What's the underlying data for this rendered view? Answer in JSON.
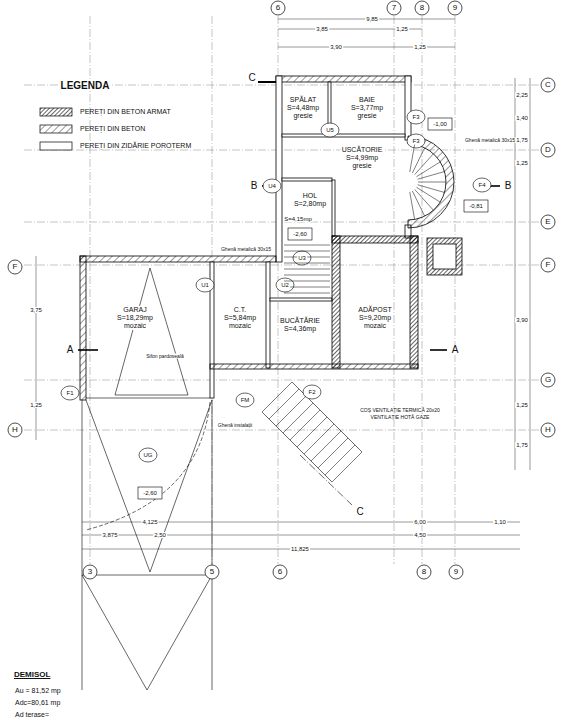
{
  "diagram": {
    "title": "DEMISOL",
    "nodes": [
      {
        "text": [
          "SPĂLAT",
          "S=4,48mp",
          "gresie"
        ]
      },
      {
        "text": [
          "BAIE",
          "S=3,77mp",
          "gresie"
        ]
      },
      {
        "text": [
          "USCĂTORIE",
          "S=4,99mp",
          "gresie"
        ]
      },
      {
        "text": [
          "HOL",
          "S=2,80mp"
        ]
      },
      {
        "text": [
          "GARAJ",
          "S=18,29mp",
          "mozaic"
        ]
      },
      {
        "text": [
          "C.T.",
          "S=5,84mp",
          "mozaic"
        ]
      },
      {
        "text": [
          "BUCĂTĂRIE",
          "S=4,36mp"
        ]
      },
      {
        "text": [
          "ADĂPOST",
          "S=9,20mp",
          "mozaic"
        ]
      }
    ],
    "labels": [
      "LEGENDA",
      "6",
      "7",
      "8",
      "9",
      "9,85",
      "3,85",
      "1,25",
      "3,90",
      "1,25",
      "C",
      "D",
      "E",
      "F",
      "G",
      "H",
      "F",
      "H",
      "C",
      "C",
      "A",
      "A",
      "B",
      "B",
      "U1",
      "U2",
      "U3",
      "U4",
      "U5",
      "UG",
      "F1",
      "F2",
      "F3",
      "F3",
      "F4",
      "FM",
      "-1,00",
      "-0,81",
      "-2,60",
      "-2,60",
      "2,25",
      "1,40",
      "1,75",
      "1,25",
      "3,90",
      "1,25",
      "1,75",
      "3,75",
      "1,25",
      "4,125",
      "6,00",
      "1,10",
      "3,875",
      "2,50",
      "4,50",
      "11,825",
      "6",
      "8",
      "9",
      "3",
      "5",
      "Ghenă metalică 30x15",
      "Ghenă metalică 30x15",
      "Sifon pardoseală",
      "COȘ VENTILAȚIE TERMICĂ 20x20",
      "VENTILAȚIE HOTĂ GAZE",
      "Ghenă instalații",
      "S=4,15mp",
      "Au = 81,52 mp",
      "Adc=80,61 mp",
      "Ad terase="
    ],
    "legend": [
      {
        "text": "PEREȚI DIN BETON ARMAT"
      },
      {
        "text": "PEREȚI DIN BETON"
      },
      {
        "text": "PEREȚI DIN ZIDĂRIE POROTERM"
      }
    ]
  }
}
